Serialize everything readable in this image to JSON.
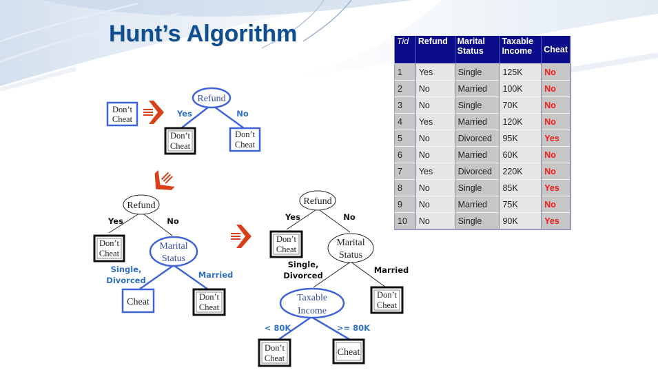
{
  "slide": {
    "title": "Hunt’s Algorithm"
  },
  "colors": {
    "title": "#0f4f8f",
    "table_header": "#0b0c8a",
    "cheat_value": "#ef1b1b",
    "blue_node": "#3f63d8",
    "arrow": "#d9401a"
  },
  "table": {
    "headers": [
      {
        "line1": "Tid",
        "line2": ""
      },
      {
        "line1": "Refund",
        "line2": ""
      },
      {
        "line1": "Marital",
        "line2": "Status"
      },
      {
        "line1": "Taxable",
        "line2": "Income"
      },
      {
        "line1": "Cheat",
        "line2": ""
      }
    ],
    "rows": [
      [
        "1",
        "Yes",
        "Single",
        "125K",
        "No"
      ],
      [
        "2",
        "No",
        "Married",
        "100K",
        "No"
      ],
      [
        "3",
        "No",
        "Single",
        "70K",
        "No"
      ],
      [
        "4",
        "Yes",
        "Married",
        "120K",
        "No"
      ],
      [
        "5",
        "No",
        "Divorced",
        "95K",
        "Yes"
      ],
      [
        "6",
        "No",
        "Married",
        "60K",
        "No"
      ],
      [
        "7",
        "Yes",
        "Divorced",
        "220K",
        "No"
      ],
      [
        "8",
        "No",
        "Single",
        "85K",
        "Yes"
      ],
      [
        "9",
        "No",
        "Married",
        "75K",
        "No"
      ],
      [
        "10",
        "No",
        "Single",
        "90K",
        "Yes"
      ]
    ]
  },
  "trees": {
    "step1": {
      "leaf": {
        "line1": "Don’t",
        "line2": "Cheat"
      }
    },
    "step2": {
      "root": "Refund",
      "edge_yes": "Yes",
      "edge_no": "No",
      "leaf_yes": {
        "line1": "Don’t",
        "line2": "Cheat"
      },
      "leaf_no": {
        "line1": "Don’t",
        "line2": "Cheat"
      }
    },
    "step3": {
      "root": "Refund",
      "edge_yes": "Yes",
      "edge_no": "No",
      "leaf_yes": {
        "line1": "Don’t",
        "line2": "Cheat"
      },
      "node": {
        "line1": "Marital",
        "line2": "Status"
      },
      "edge_single": {
        "line1": "Single,",
        "line2": "Divorced"
      },
      "edge_married": "Married",
      "leaf_single": "Cheat",
      "leaf_married": {
        "line1": "Don’t",
        "line2": "Cheat"
      }
    },
    "step4": {
      "root": "Refund",
      "edge_yes": "Yes",
      "edge_no": "No",
      "leaf_yes": {
        "line1": "Don’t",
        "line2": "Cheat"
      },
      "node": {
        "line1": "Marital",
        "line2": "Status"
      },
      "edge_single": {
        "line1": "Single,",
        "line2": "Divorced"
      },
      "edge_married": "Married",
      "leaf_married": {
        "line1": "Don’t",
        "line2": "Cheat"
      },
      "node2": {
        "line1": "Taxable",
        "line2": "Income"
      },
      "edge_lt": "< 80K",
      "edge_ge": ">= 80K",
      "leaf_lt": {
        "line1": "Don’t",
        "line2": "Cheat"
      },
      "leaf_ge": "Cheat"
    }
  }
}
